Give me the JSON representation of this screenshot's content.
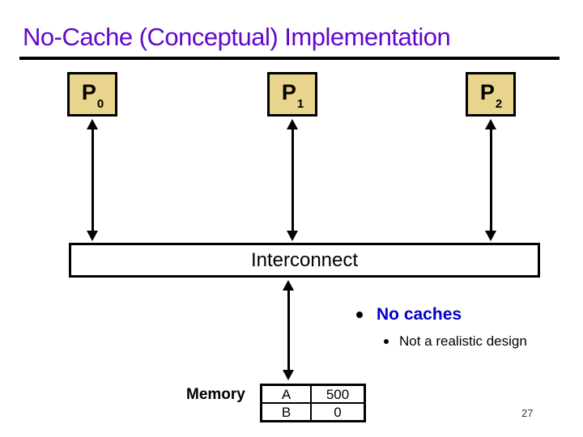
{
  "slide": {
    "title": "No-Cache (Conceptual) Implementation",
    "page_number": "27",
    "colors": {
      "title_purple": "#6208CC",
      "processor_box_fill": "#E8D48C",
      "bullet_blue": "#0000CC",
      "line_black": "#000000",
      "background": "#FFFFFF"
    },
    "processors": [
      {
        "label": "P",
        "sub": "0"
      },
      {
        "label": "P",
        "sub": "1"
      },
      {
        "label": "P",
        "sub": "2"
      }
    ],
    "interconnect_label": "Interconnect",
    "bullets": [
      {
        "text": "No caches"
      },
      {
        "text": "Not a realistic design"
      }
    ],
    "memory": {
      "label": "Memory",
      "table": {
        "rows": [
          {
            "key": "A",
            "value": "500"
          },
          {
            "key": "B",
            "value": "0"
          }
        ]
      }
    }
  }
}
